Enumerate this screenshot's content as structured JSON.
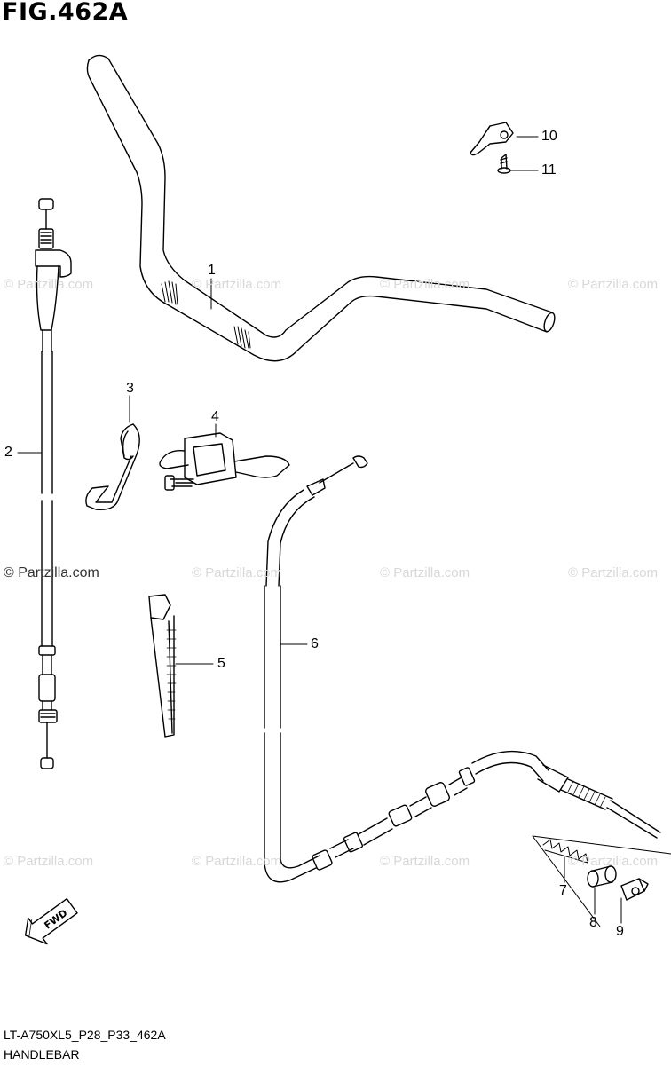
{
  "figure": {
    "title": "FIG.462A",
    "code": "LT-A750XL5_P28_P33_462A",
    "name": "HANDLEBAR"
  },
  "direction_arrow": {
    "label": "FWD"
  },
  "watermark": {
    "text": "© Partzilla.com"
  },
  "callouts": {
    "c1": "1",
    "c2": "2",
    "c3": "3",
    "c4": "4",
    "c5": "5",
    "c6": "6",
    "c7": "7",
    "c8": "8",
    "c9": "9",
    "c10": "10",
    "c11": "11"
  },
  "colors": {
    "line": "#000000",
    "watermark": "#d8d8d8",
    "background": "#ffffff"
  }
}
